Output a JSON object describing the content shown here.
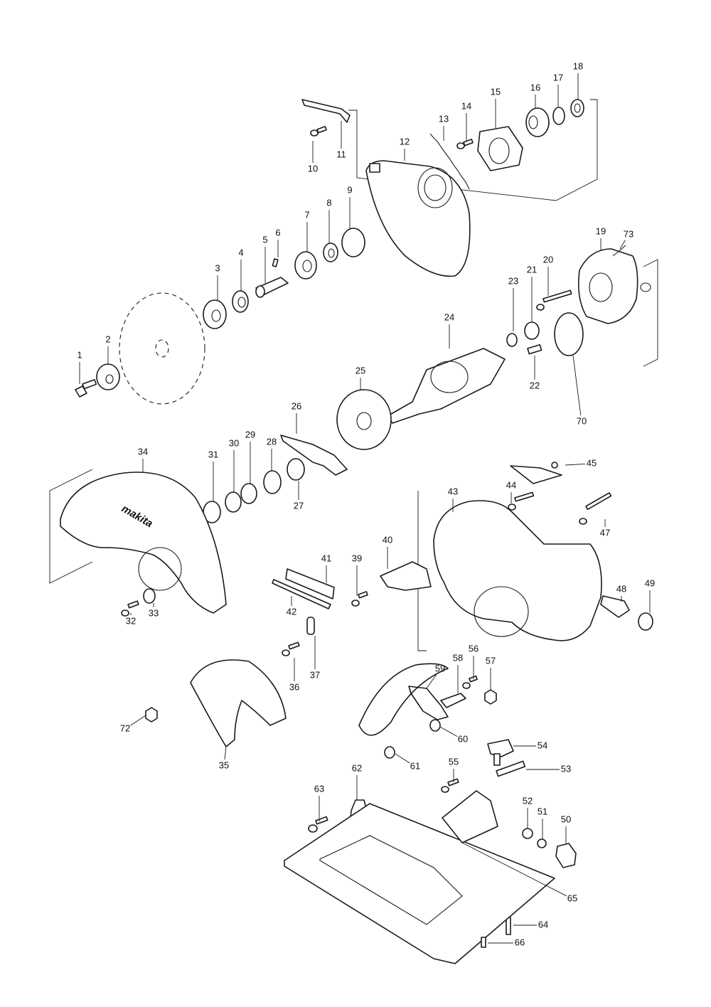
{
  "brand_logo": "makita",
  "parts": [
    {
      "id": "1",
      "label": "1"
    },
    {
      "id": "2",
      "label": "2"
    },
    {
      "id": "3",
      "label": "3"
    },
    {
      "id": "4",
      "label": "4"
    },
    {
      "id": "5",
      "label": "5"
    },
    {
      "id": "6",
      "label": "6"
    },
    {
      "id": "7",
      "label": "7"
    },
    {
      "id": "8",
      "label": "8"
    },
    {
      "id": "9",
      "label": "9"
    },
    {
      "id": "10",
      "label": "10"
    },
    {
      "id": "11",
      "label": "11"
    },
    {
      "id": "12",
      "label": "12"
    },
    {
      "id": "13",
      "label": "13"
    },
    {
      "id": "14",
      "label": "14"
    },
    {
      "id": "15",
      "label": "15"
    },
    {
      "id": "16",
      "label": "16"
    },
    {
      "id": "17",
      "label": "17"
    },
    {
      "id": "18",
      "label": "18"
    },
    {
      "id": "19",
      "label": "19"
    },
    {
      "id": "20",
      "label": "20"
    },
    {
      "id": "21",
      "label": "21"
    },
    {
      "id": "22",
      "label": "22"
    },
    {
      "id": "23",
      "label": "23"
    },
    {
      "id": "24",
      "label": "24"
    },
    {
      "id": "25",
      "label": "25"
    },
    {
      "id": "26",
      "label": "26"
    },
    {
      "id": "27",
      "label": "27"
    },
    {
      "id": "28",
      "label": "28"
    },
    {
      "id": "29",
      "label": "29"
    },
    {
      "id": "30",
      "label": "30"
    },
    {
      "id": "31",
      "label": "31"
    },
    {
      "id": "32",
      "label": "32"
    },
    {
      "id": "33",
      "label": "33"
    },
    {
      "id": "34",
      "label": "34"
    },
    {
      "id": "35",
      "label": "35"
    },
    {
      "id": "36",
      "label": "36"
    },
    {
      "id": "37",
      "label": "37"
    },
    {
      "id": "39",
      "label": "39"
    },
    {
      "id": "40",
      "label": "40"
    },
    {
      "id": "41",
      "label": "41"
    },
    {
      "id": "42",
      "label": "42"
    },
    {
      "id": "43",
      "label": "43"
    },
    {
      "id": "44",
      "label": "44"
    },
    {
      "id": "45",
      "label": "45"
    },
    {
      "id": "47",
      "label": "47"
    },
    {
      "id": "48",
      "label": "48"
    },
    {
      "id": "49",
      "label": "49"
    },
    {
      "id": "50",
      "label": "50"
    },
    {
      "id": "51",
      "label": "51"
    },
    {
      "id": "52",
      "label": "52"
    },
    {
      "id": "53",
      "label": "53"
    },
    {
      "id": "54",
      "label": "54"
    },
    {
      "id": "55",
      "label": "55"
    },
    {
      "id": "56",
      "label": "56"
    },
    {
      "id": "57",
      "label": "57"
    },
    {
      "id": "58",
      "label": "58"
    },
    {
      "id": "59",
      "label": "59"
    },
    {
      "id": "60",
      "label": "60"
    },
    {
      "id": "61",
      "label": "61"
    },
    {
      "id": "62",
      "label": "62"
    },
    {
      "id": "63",
      "label": "63"
    },
    {
      "id": "64",
      "label": "64"
    },
    {
      "id": "65",
      "label": "65"
    },
    {
      "id": "66",
      "label": "66"
    },
    {
      "id": "70",
      "label": "70"
    },
    {
      "id": "72",
      "label": "72"
    },
    {
      "id": "73",
      "label": "73"
    }
  ]
}
